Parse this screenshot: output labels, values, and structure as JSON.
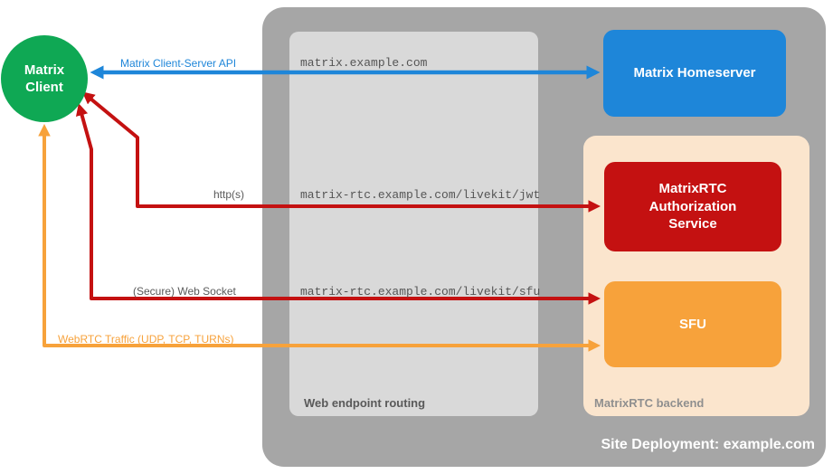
{
  "colors": {
    "blue": "#1e86d9",
    "red": "#c41111",
    "orange": "#f7a23b",
    "green": "#0fa854",
    "outer_gray": "#a6a6a6",
    "inner_gray": "#d9d9d9",
    "peach": "#fbe5cd",
    "label_gray": "#595959",
    "backend_label_gray": "#8f8f8f",
    "mono_text": "#555555"
  },
  "client": {
    "label": "Matrix\nClient"
  },
  "boxes": {
    "homeserver": "Matrix Homeserver",
    "auth_service": "MatrixRTC Authorization Service",
    "sfu": "SFU"
  },
  "containers": {
    "routing_label": "Web endpoint routing",
    "backend_label": "MatrixRTC backend",
    "deployment_label": "Site Deployment: example.com"
  },
  "endpoints": {
    "homeserver": "matrix.example.com",
    "jwt": "matrix-rtc.example.com/livekit/jwt",
    "sfu": "matrix-rtc.example.com/livekit/sfu"
  },
  "arrows": {
    "client_server_api": "Matrix Client-Server API",
    "https": "http(s)",
    "websocket": "(Secure) Web Socket",
    "webrtc": "WebRTC Traffic (UDP, TCP, TURNs)"
  }
}
